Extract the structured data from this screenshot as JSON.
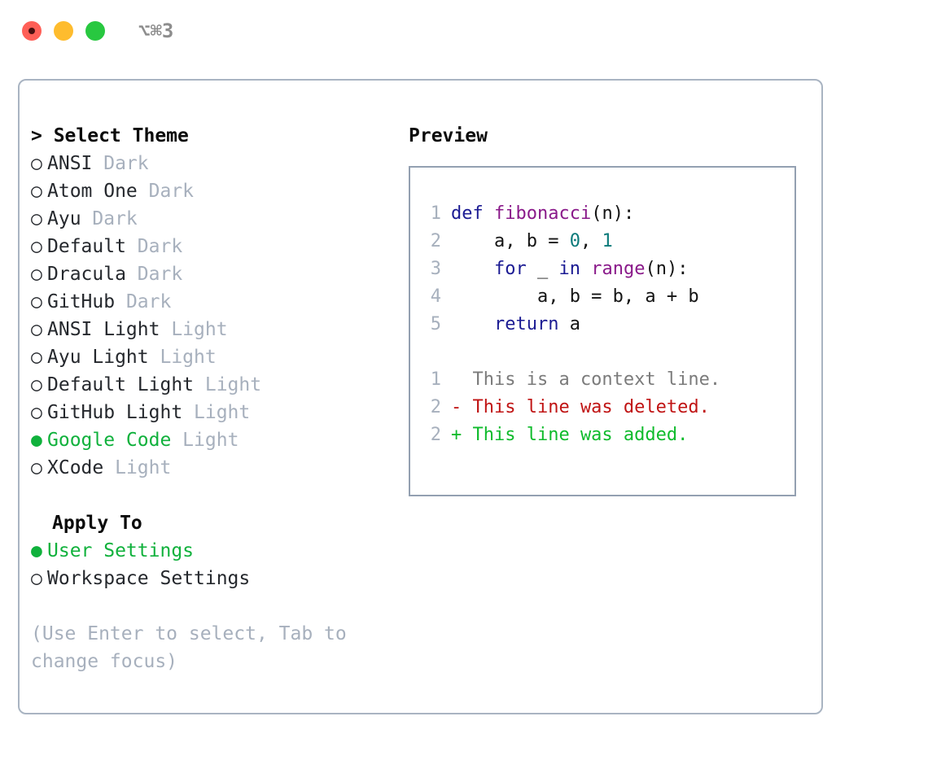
{
  "titlebar": {
    "shortcut": "⌥⌘3",
    "buttons": [
      {
        "name": "close",
        "color": "#ff5f57"
      },
      {
        "name": "minimize",
        "color": "#febc2e"
      },
      {
        "name": "maximize",
        "color": "#28c840"
      }
    ]
  },
  "colors": {
    "accent_green": "#10b13c",
    "muted": "#a7b0bd",
    "text": "#25282d",
    "border": "#a9b4c2",
    "code_border": "#93a0b1",
    "keyword": "#1b1b93",
    "function": "#8a1a8a",
    "number": "#0b7a7a",
    "diff_add": "#0fbb2c",
    "diff_del": "#c01414",
    "diff_ctx": "#7b7b7b"
  },
  "theme_picker": {
    "header": "> Select Theme",
    "header_prompt": ">",
    "header_label": "Select Theme",
    "options": [
      {
        "bullet": "○",
        "name": "ANSI",
        "variant": "Dark",
        "selected": false
      },
      {
        "bullet": "○",
        "name": "Atom One",
        "variant": "Dark",
        "selected": false
      },
      {
        "bullet": "○",
        "name": "Ayu",
        "variant": "Dark",
        "selected": false
      },
      {
        "bullet": "○",
        "name": "Default",
        "variant": "Dark",
        "selected": false
      },
      {
        "bullet": "○",
        "name": "Dracula",
        "variant": "Dark",
        "selected": false
      },
      {
        "bullet": "○",
        "name": "GitHub",
        "variant": "Dark",
        "selected": false
      },
      {
        "bullet": "○",
        "name": "ANSI Light",
        "variant": "Light",
        "selected": false
      },
      {
        "bullet": "○",
        "name": "Ayu Light",
        "variant": "Light",
        "selected": false
      },
      {
        "bullet": "○",
        "name": "Default Light",
        "variant": "Light",
        "selected": false
      },
      {
        "bullet": "○",
        "name": "GitHub Light",
        "variant": "Light",
        "selected": false
      },
      {
        "bullet": "●",
        "name": "Google Code",
        "variant": "Light",
        "selected": true
      },
      {
        "bullet": "○",
        "name": "XCode",
        "variant": "Light",
        "selected": false
      }
    ]
  },
  "apply_to": {
    "header": "Apply To",
    "options": [
      {
        "bullet": "●",
        "name": "User Settings",
        "variant": "",
        "selected": true
      },
      {
        "bullet": "○",
        "name": "Workspace Settings",
        "variant": "",
        "selected": false
      }
    ]
  },
  "hint": "(Use Enter to select, Tab to change focus)",
  "preview": {
    "title": "Preview",
    "code_lines": [
      {
        "ln": "1",
        "tokens": [
          {
            "t": "def ",
            "c": "kw"
          },
          {
            "t": "fibonacci",
            "c": "fn"
          },
          {
            "t": "(n):",
            "c": "pl"
          }
        ]
      },
      {
        "ln": "2",
        "tokens": [
          {
            "t": "    a, b = ",
            "c": "pl"
          },
          {
            "t": "0",
            "c": "num"
          },
          {
            "t": ", ",
            "c": "pl"
          },
          {
            "t": "1",
            "c": "num"
          }
        ]
      },
      {
        "ln": "3",
        "tokens": [
          {
            "t": "    ",
            "c": "pl"
          },
          {
            "t": "for",
            "c": "kw"
          },
          {
            "t": " _ ",
            "c": "pl"
          },
          {
            "t": "in",
            "c": "kw"
          },
          {
            "t": " ",
            "c": "pl"
          },
          {
            "t": "range",
            "c": "fn"
          },
          {
            "t": "(n):",
            "c": "pl"
          }
        ]
      },
      {
        "ln": "4",
        "tokens": [
          {
            "t": "        a, b = b, a + b",
            "c": "pl"
          }
        ]
      },
      {
        "ln": "5",
        "tokens": [
          {
            "t": "    ",
            "c": "pl"
          },
          {
            "t": "return",
            "c": "kw"
          },
          {
            "t": " a",
            "c": "pl"
          }
        ]
      }
    ],
    "diff_lines": [
      {
        "ln": "1",
        "marker": " ",
        "text": " This is a context line.",
        "kind": "d-ctx"
      },
      {
        "ln": "2",
        "marker": "-",
        "text": " This line was deleted.",
        "kind": "d-del"
      },
      {
        "ln": "2",
        "marker": "+",
        "text": " This line was added.",
        "kind": "d-add"
      }
    ]
  }
}
